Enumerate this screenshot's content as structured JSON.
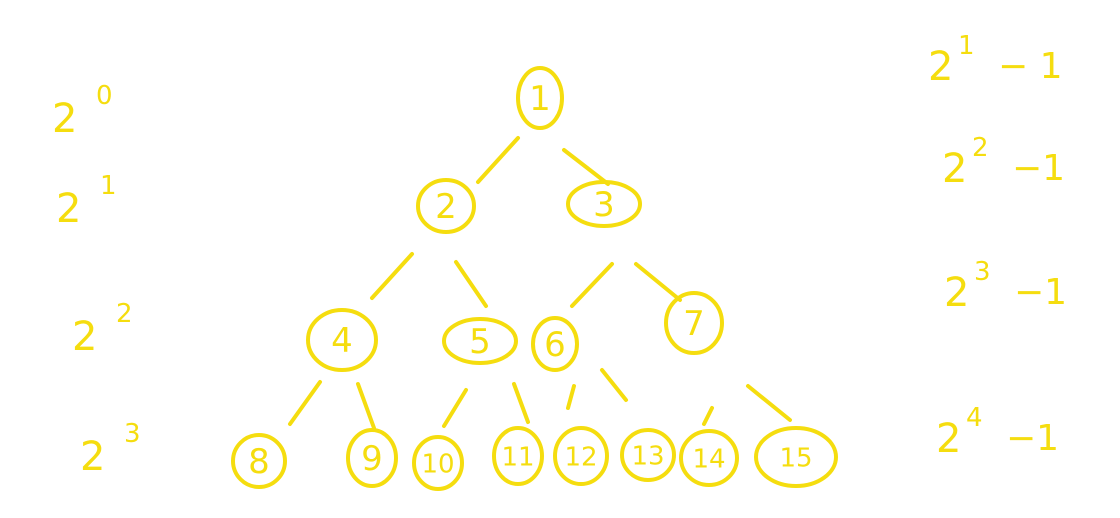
{
  "palette": {
    "ink": "#F5DD0F",
    "background": "#FFFFFF"
  },
  "tree": {
    "nodes": [
      "1",
      "2",
      "3",
      "4",
      "5",
      "6",
      "7",
      "8",
      "9",
      "10",
      "11",
      "12",
      "13",
      "14",
      "15"
    ]
  },
  "left_labels": [
    {
      "base": "2",
      "exp": "0"
    },
    {
      "base": "2",
      "exp": "1"
    },
    {
      "base": "2",
      "exp": "2"
    },
    {
      "base": "2",
      "exp": "3"
    }
  ],
  "right_labels": [
    {
      "base": "2",
      "exp": "1",
      "tail": "− 1"
    },
    {
      "base": "2",
      "exp": "2",
      "tail": "−1"
    },
    {
      "base": "2",
      "exp": "3",
      "tail": "−1"
    },
    {
      "base": "2",
      "exp": "4",
      "tail": "−1"
    }
  ]
}
